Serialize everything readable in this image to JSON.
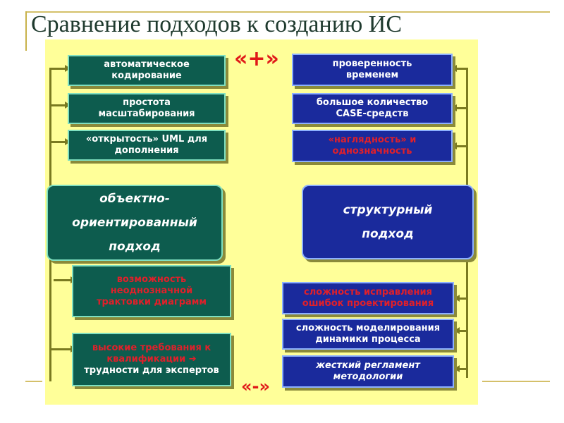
{
  "title": "Сравнение подходов к созданию ИС",
  "plus_label": "«+»",
  "minus_label": "«-»",
  "oop": {
    "name": "объектно-\nориентированный\nподход",
    "pros": [
      "автоматическое\nкодирование",
      "простота\nмасштабирования",
      "«открытость» UML для\nдополнения"
    ],
    "cons": [
      {
        "red": "возможность\nнеоднозначной\nтрактовки диаграмм",
        "white": ""
      },
      {
        "red": "высокие требования к\nквалификации ➔",
        "white": "трудности для экспертов"
      }
    ]
  },
  "structural": {
    "name": "структурный\nподход",
    "pros": [
      {
        "text": "проверенность\nвременем",
        "red": false
      },
      {
        "text": "большое количество\nCASE-средств",
        "red": false
      },
      {
        "text": "«наглядность» и\nоднозначность",
        "red": true
      }
    ],
    "cons": [
      {
        "text": "сложность исправления\nошибок проектирования",
        "red": true
      },
      {
        "text": "сложность моделирования\nдинамики процесса",
        "red": false
      },
      {
        "text": "жесткий регламент\nметодологии",
        "red": false,
        "italic": true
      }
    ]
  },
  "colors": {
    "oop_box": "#0d5c4e",
    "structural_box": "#1a2a9c",
    "background": "#ffff99",
    "negative_text": "#e0202a"
  }
}
